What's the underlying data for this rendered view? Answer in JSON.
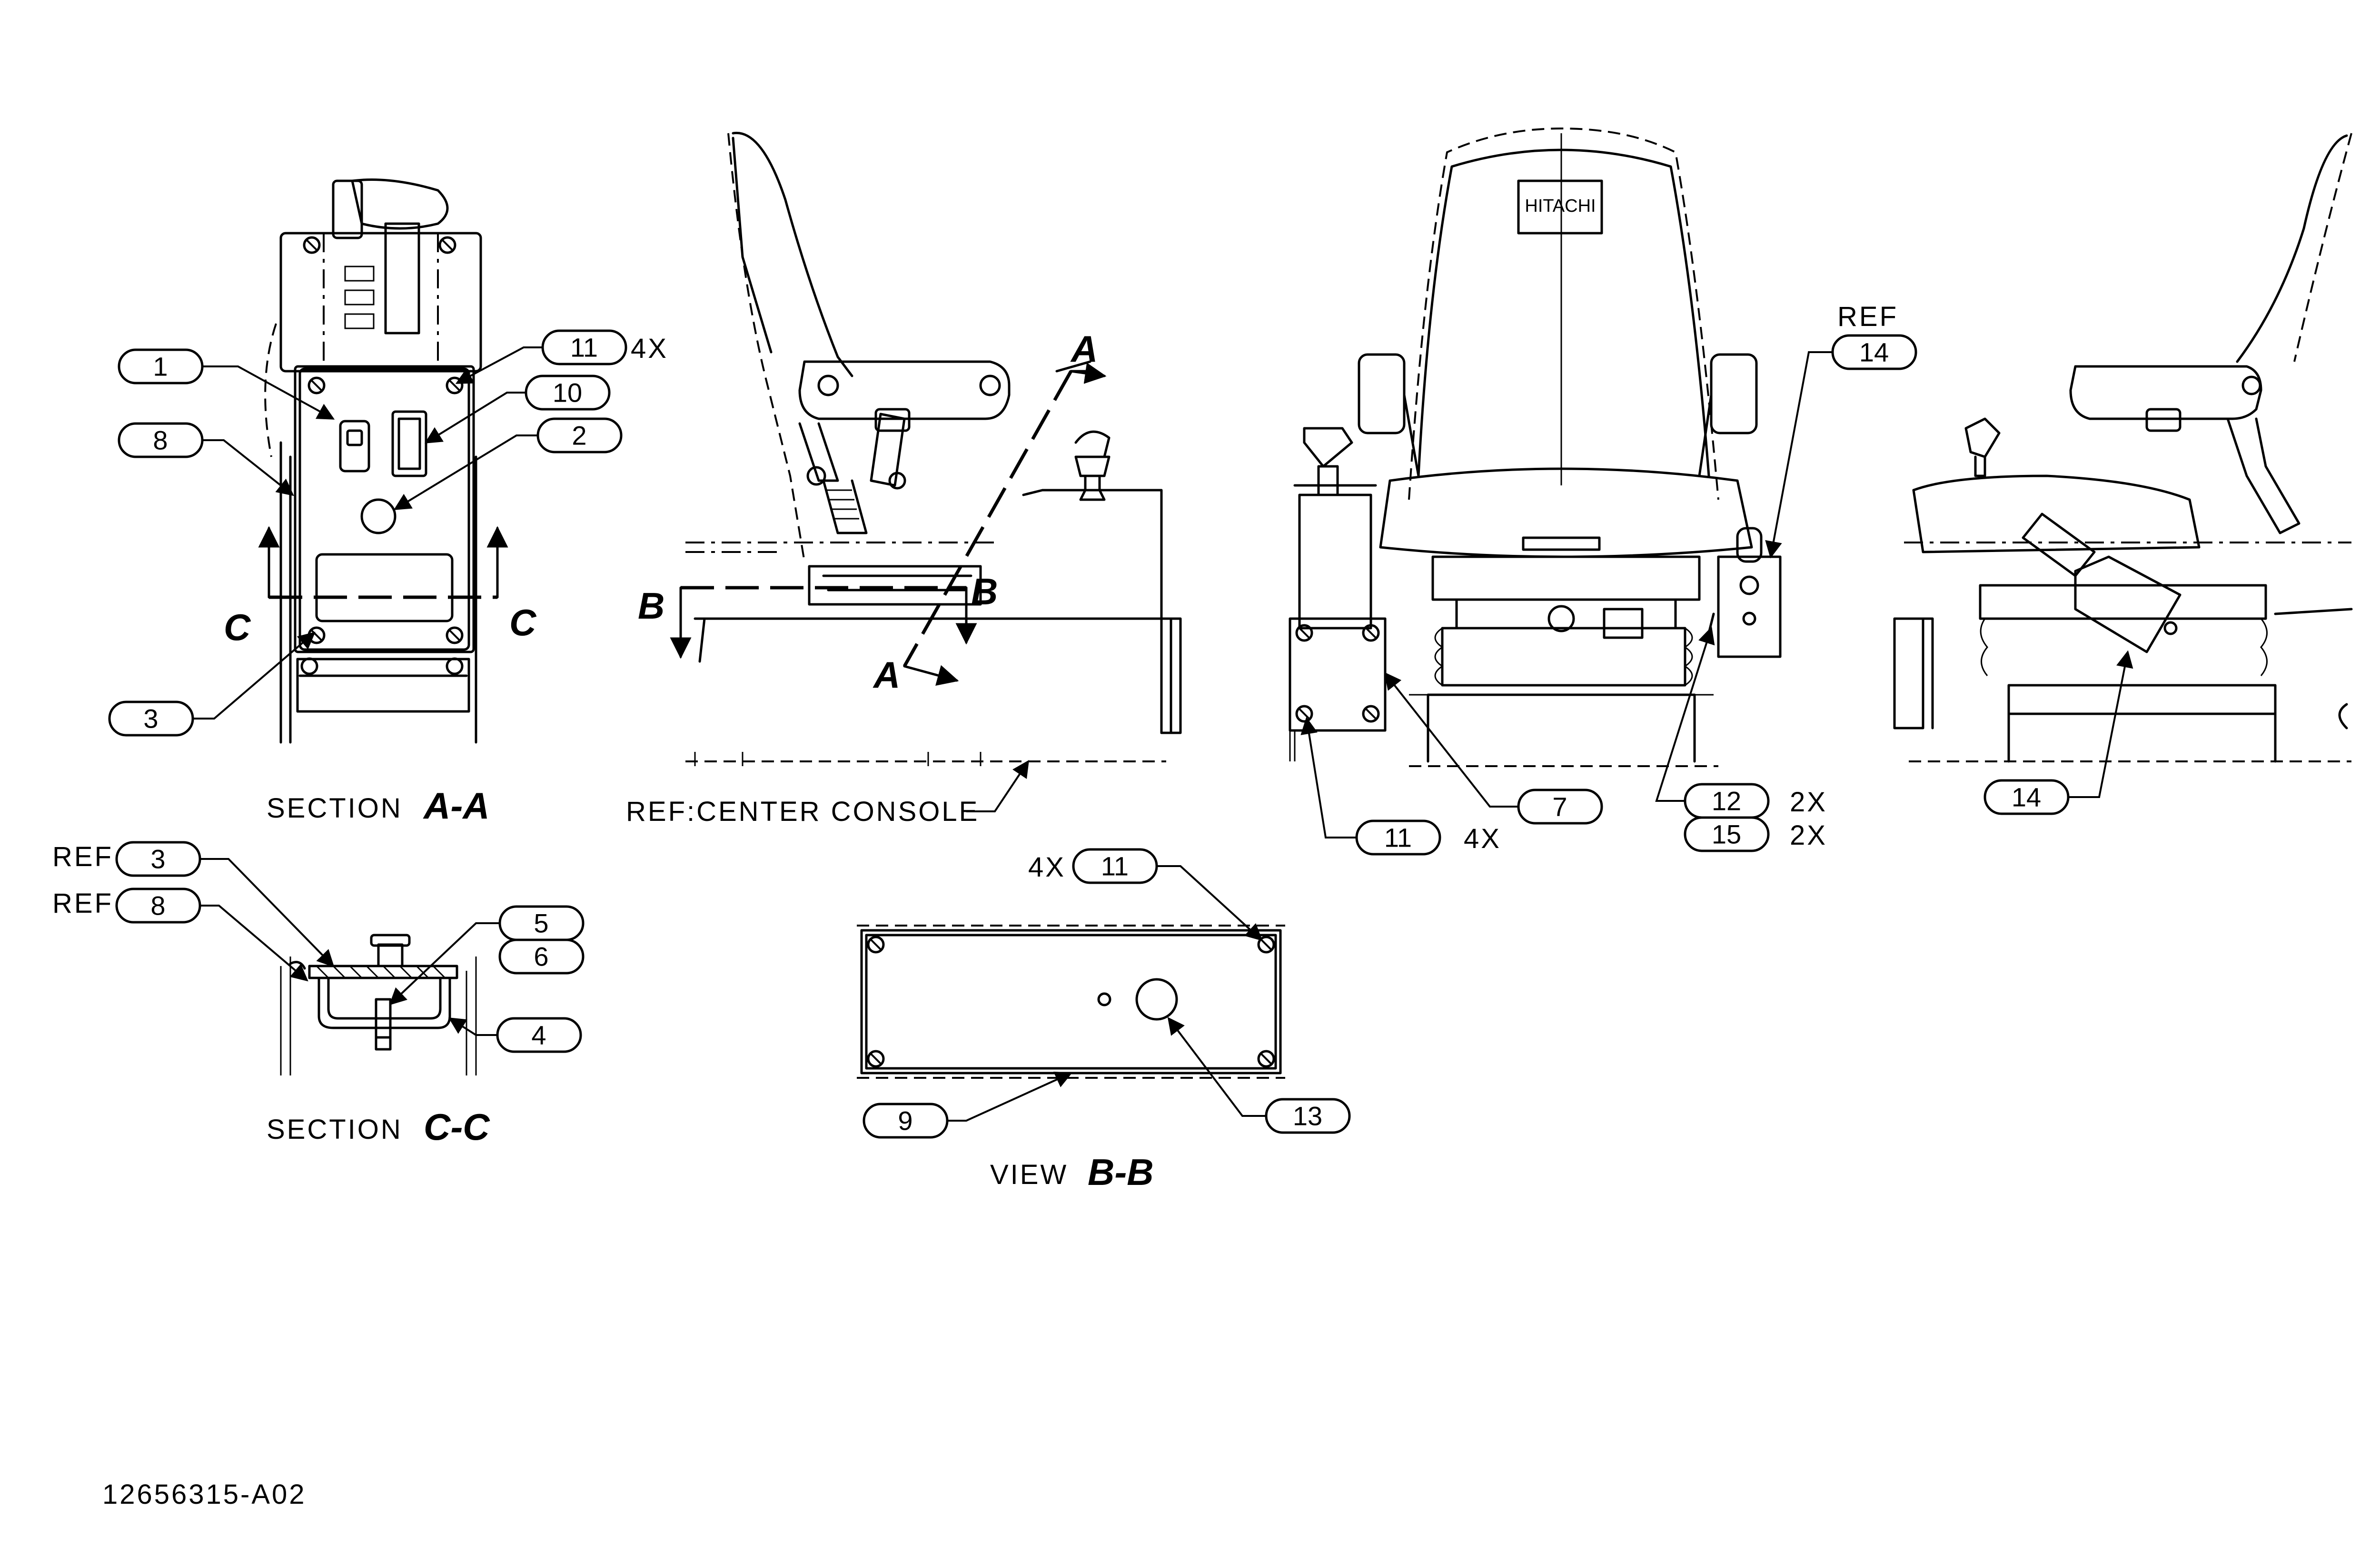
{
  "balloons": {
    "b1": "1",
    "b2": "2",
    "b3": "3",
    "b4": "4",
    "b5": "5",
    "b6": "6",
    "b7": "7",
    "b8": "8",
    "b9": "9",
    "b10": "10",
    "b11": "11",
    "b12": "12",
    "b13": "13",
    "b14": "14",
    "b15": "15"
  },
  "labels": {
    "qty_4x": "4X",
    "qty_2x": "2X",
    "ref": "REF",
    "ref_center_console": "REF:CENTER CONSOLE",
    "section_word": "SECTION",
    "view_word": "VIEW",
    "section_aa": "A-A",
    "section_cc": "C-C",
    "view_bb": "B-B",
    "letter_a": "A",
    "letter_b": "B",
    "letter_c": "C",
    "seat_logo": "HITACHI",
    "drawing_number": "12656315-A02"
  },
  "icons": [
    "section-arrow-icon",
    "leader-arrow-icon",
    "screw-icon",
    "round-button-icon",
    "rocker-switch-icon"
  ]
}
